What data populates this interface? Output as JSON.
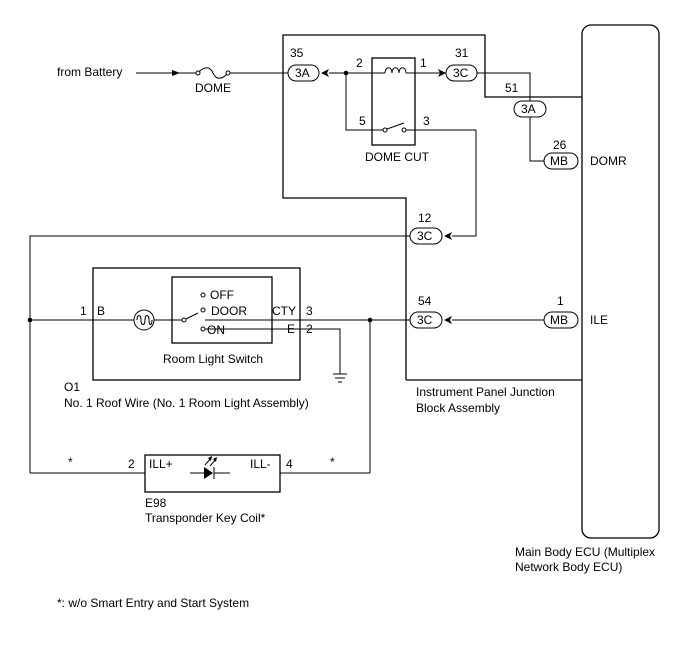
{
  "source_label": "from Battery",
  "fuse_label": "DOME",
  "relay": {
    "label": "DOME CUT",
    "pins": {
      "p2": "2",
      "p1": "1",
      "p5": "5",
      "p3": "3"
    }
  },
  "connectors": {
    "c35": {
      "pin": "35",
      "code": "3A"
    },
    "c31": {
      "pin": "31",
      "code": "3C"
    },
    "c51": {
      "pin": "51",
      "code": "3A"
    },
    "c26": {
      "pin": "26",
      "code": "MB"
    },
    "c12": {
      "pin": "12",
      "code": "3C"
    },
    "c54": {
      "pin": "54",
      "code": "3C"
    },
    "c1": {
      "pin": "1",
      "code": "MB"
    }
  },
  "ecu": {
    "terminal_domr": "DOMR",
    "terminal_ile": "ILE",
    "label_line1": "Main Body ECU (Multiplex",
    "label_line2": "Network Body ECU)"
  },
  "junction_block": {
    "label_line1": "Instrument Panel Junction",
    "label_line2": "Block Assembly"
  },
  "room_light": {
    "pin1": "1",
    "term_b": "B",
    "pos_off": "OFF",
    "pos_door": "DOOR",
    "pos_on": "ON",
    "term_cty": "CTY",
    "pin3": "3",
    "term_e": "E",
    "pin2": "2",
    "switch_label": "Room Light Switch",
    "assembly_code": "O1",
    "assembly_label": "No. 1 Roof Wire (No. 1 Room Light Assembly)"
  },
  "transponder": {
    "star_left": "*",
    "pin2": "2",
    "term_ill_plus": "ILL+",
    "term_ill_minus": "ILL-",
    "pin4": "4",
    "star_right": "*",
    "code": "E98",
    "label": "Transponder Key Coil*"
  },
  "footnote": "*: w/o Smart Entry and Start System"
}
